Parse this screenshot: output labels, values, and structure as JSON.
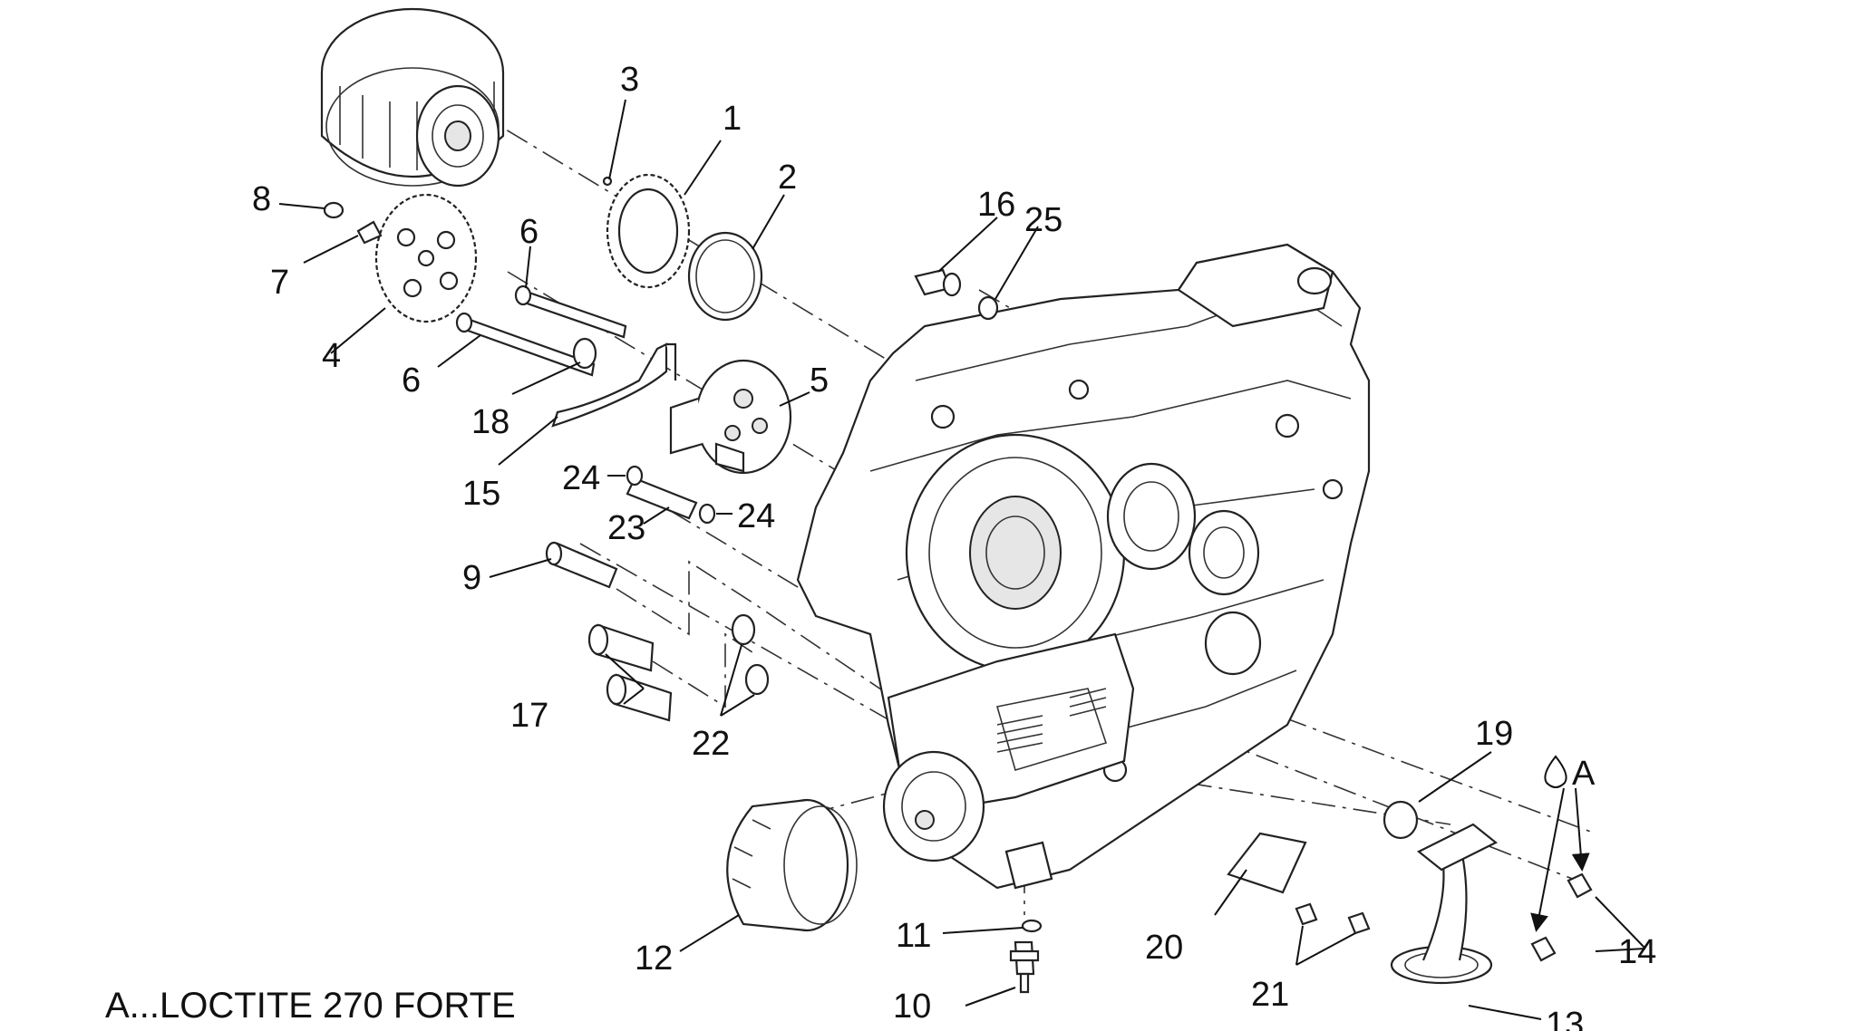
{
  "labels": {
    "l1": "1",
    "l2": "2",
    "l3": "3",
    "l4": "4",
    "l5": "5",
    "l6a": "6",
    "l6b": "6",
    "l7": "7",
    "l8": "8",
    "l9": "9",
    "l10": "10",
    "l11": "11",
    "l12": "12",
    "l13": "13",
    "l14": "14",
    "l15": "15",
    "l16": "16",
    "l17": "17",
    "l18": "18",
    "l19": "19",
    "l20": "20",
    "l21": "21",
    "l22": "22",
    "l23": "23",
    "l24a": "24",
    "l24b": "24",
    "l25": "25",
    "markerA": "A"
  },
  "note": "A...LOCTITE 270 FORTE"
}
